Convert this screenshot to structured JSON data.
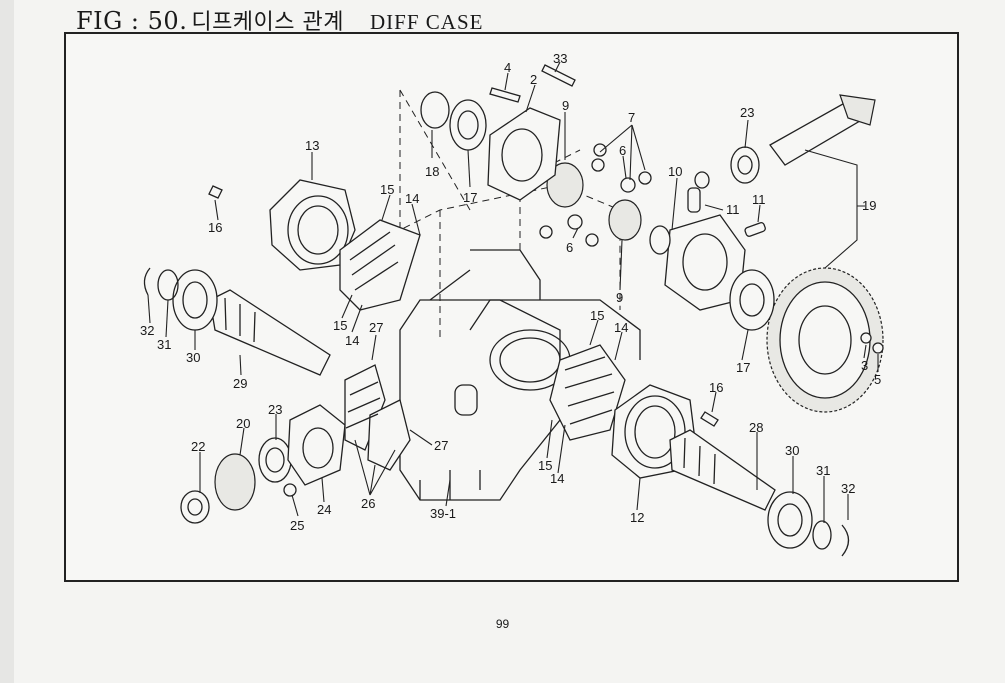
{
  "header": {
    "fig_label": "FIG : 50.",
    "title_korean": "디프케이스 관계",
    "title_english": "DIFF CASE"
  },
  "page_number": "99",
  "callouts": {
    "c1": "33",
    "c2": "4",
    "c3": "2",
    "c4": "9",
    "c5": "7",
    "c6": "23",
    "c7": "6",
    "c8": "13",
    "c9": "18",
    "c10": "17",
    "c11": "10",
    "c12": "19",
    "c13": "15",
    "c14": "14",
    "c15": "16",
    "c16": "11",
    "c17": "11",
    "c18": "6",
    "c19": "9",
    "c20": "32",
    "c21": "31",
    "c22": "30",
    "c23": "15",
    "c24": "14",
    "c25": "27",
    "c26": "15",
    "c27": "14",
    "c28": "17",
    "c29": "3",
    "c30": "5",
    "c31": "29",
    "c32": "16",
    "c33": "23",
    "c34": "20",
    "c35": "22",
    "c36": "27",
    "c37": "28",
    "c38": "30",
    "c39": "31",
    "c40": "32",
    "c41": "15",
    "c42": "14",
    "c43": "26",
    "c44": "24",
    "c45": "25",
    "c46": "39-1",
    "c47": "12"
  }
}
